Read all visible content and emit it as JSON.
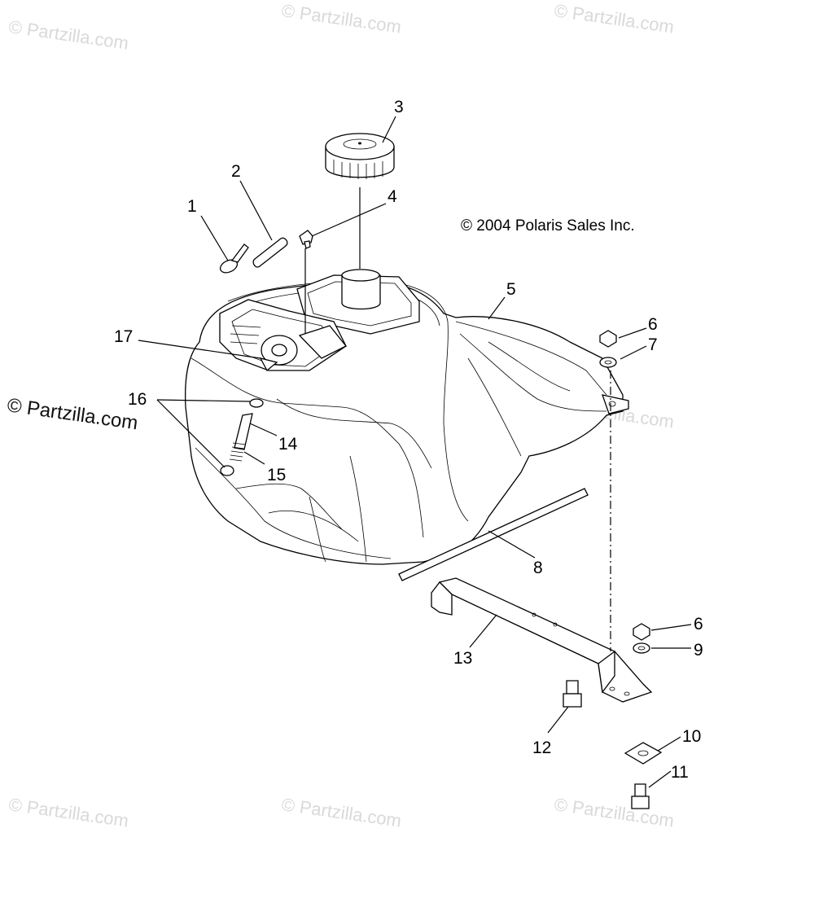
{
  "copyright": "© 2004 Polaris Sales Inc.",
  "watermark": "© Partzilla.com",
  "callouts": [
    {
      "id": "c1",
      "text": "1"
    },
    {
      "id": "c2",
      "text": "2"
    },
    {
      "id": "c3",
      "text": "3"
    },
    {
      "id": "c4",
      "text": "4"
    },
    {
      "id": "c5",
      "text": "5"
    },
    {
      "id": "c6a",
      "text": "6"
    },
    {
      "id": "c7",
      "text": "7"
    },
    {
      "id": "c8",
      "text": "8"
    },
    {
      "id": "c6b",
      "text": "6"
    },
    {
      "id": "c9",
      "text": "9"
    },
    {
      "id": "c10",
      "text": "10"
    },
    {
      "id": "c11",
      "text": "11"
    },
    {
      "id": "c12",
      "text": "12"
    },
    {
      "id": "c13",
      "text": "13"
    },
    {
      "id": "c14",
      "text": "14"
    },
    {
      "id": "c15",
      "text": "15"
    },
    {
      "id": "c16",
      "text": "16"
    },
    {
      "id": "c17",
      "text": "17"
    }
  ]
}
